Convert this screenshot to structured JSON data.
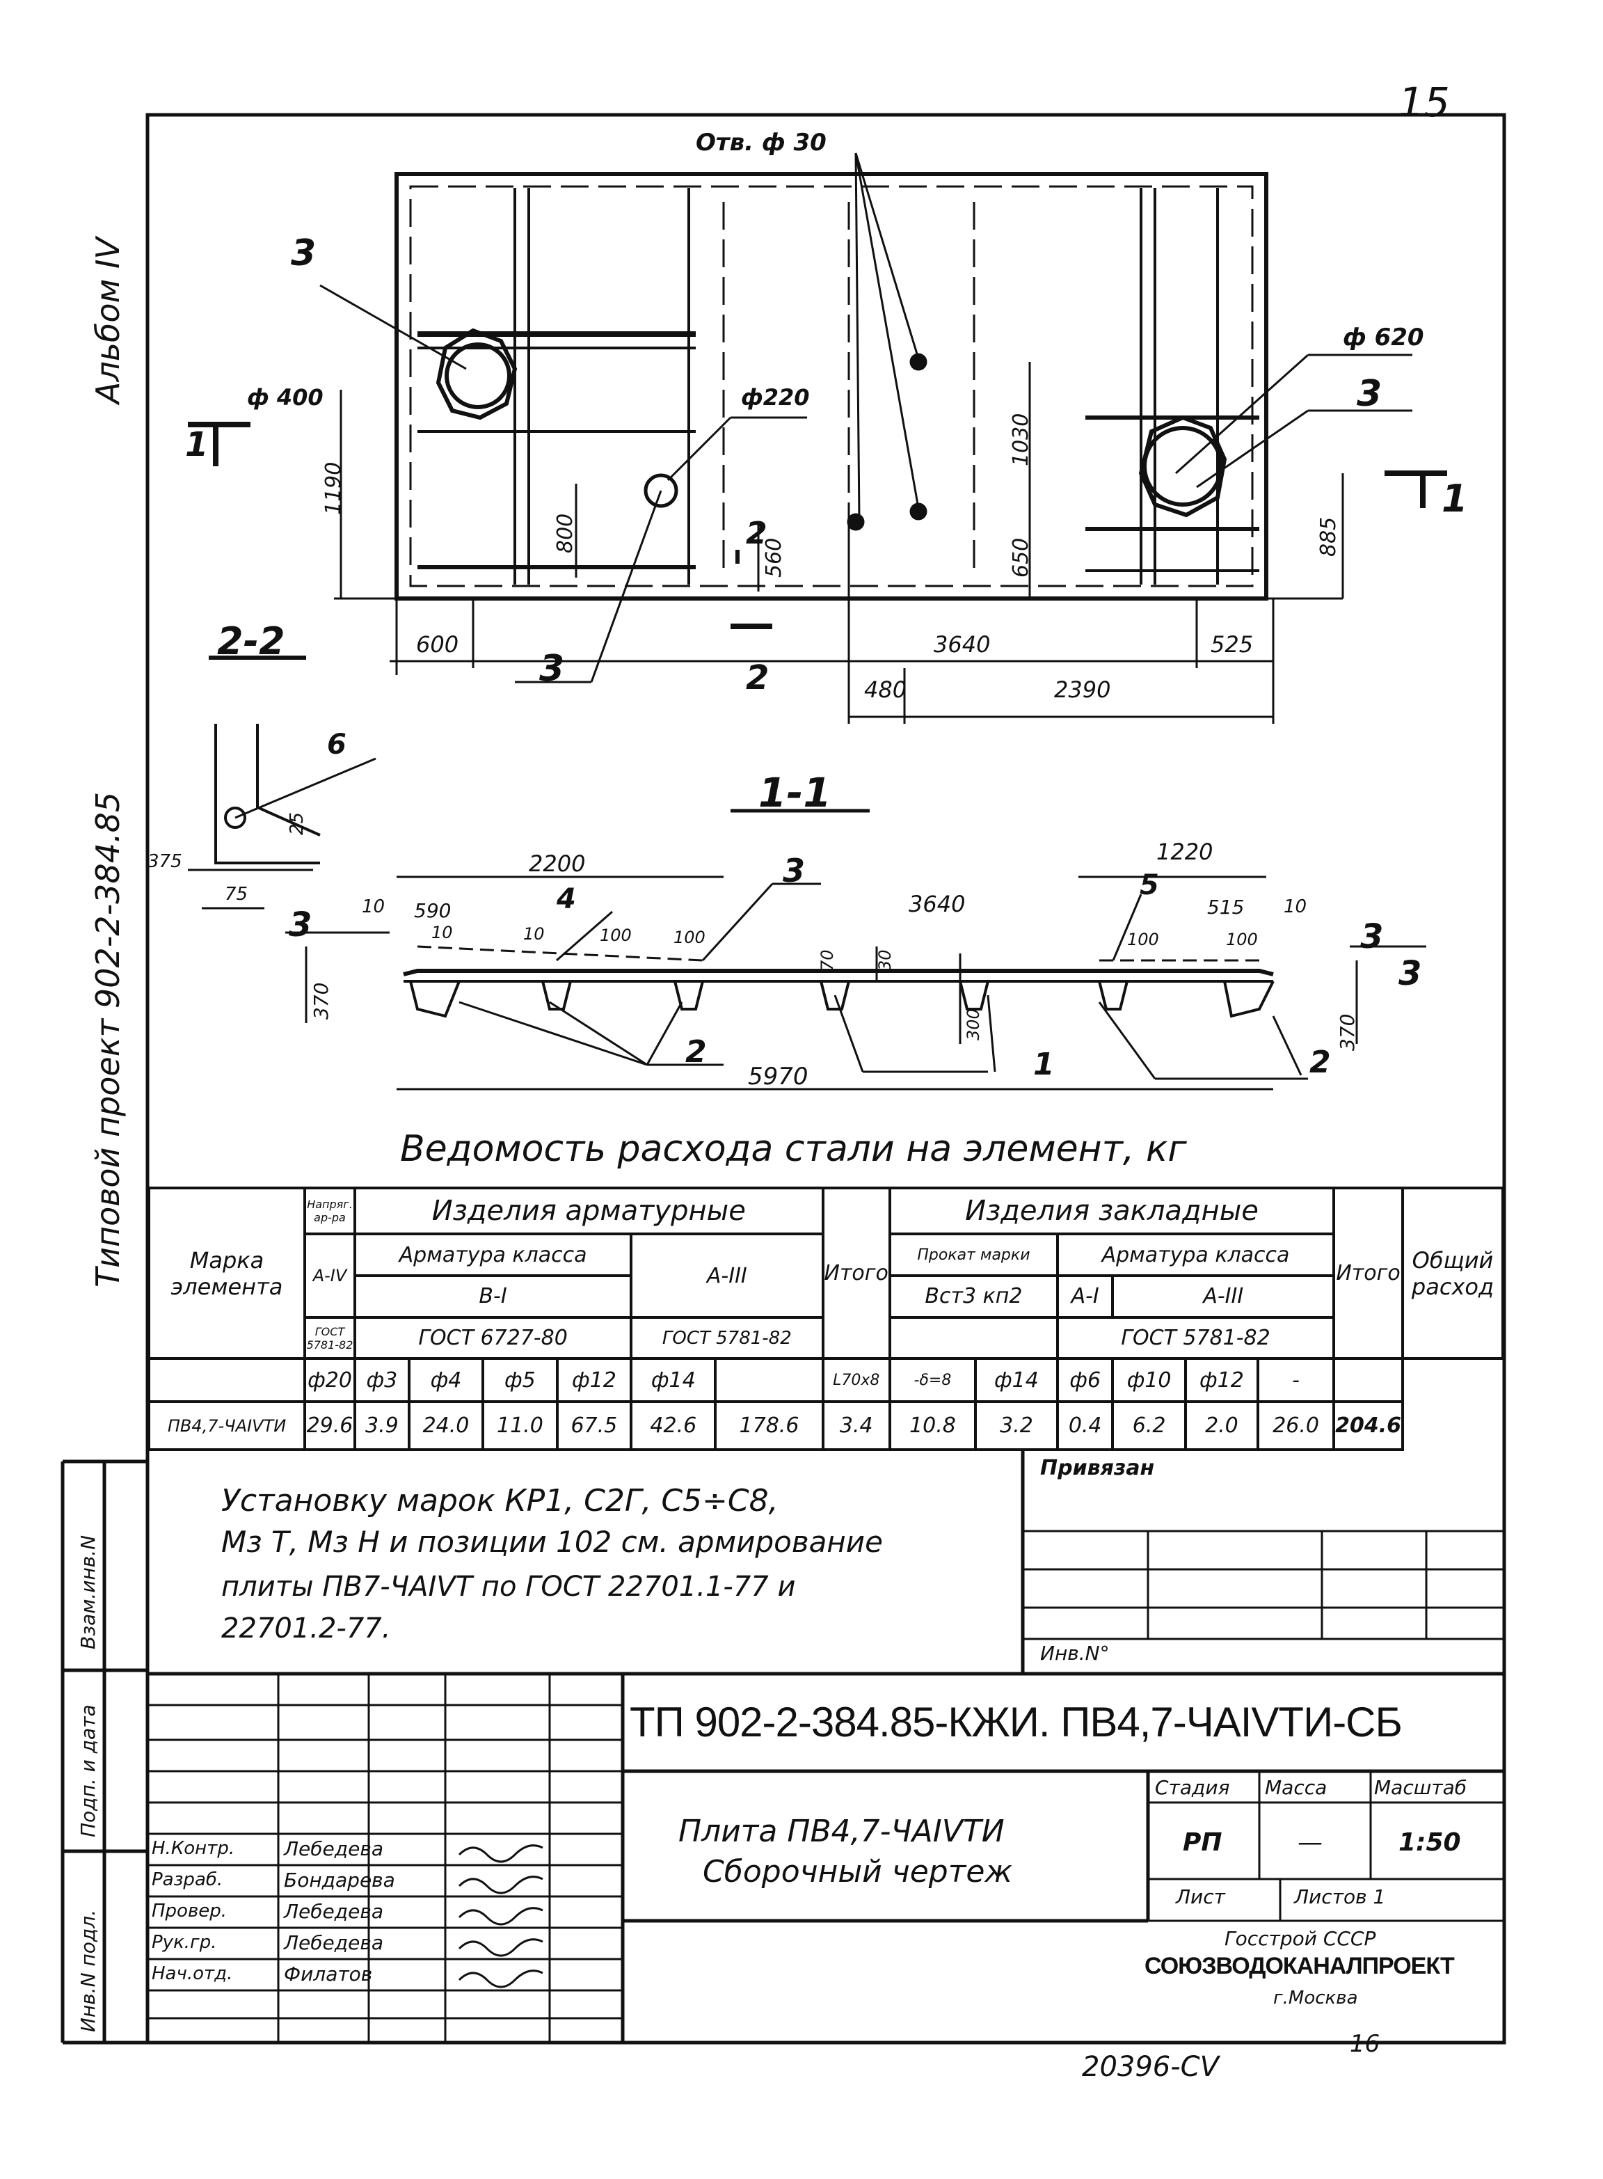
{
  "page_number": "15",
  "footer_number": "16",
  "footer_code": "20396-CV",
  "margin": {
    "album": "Альбом IV",
    "project": "Типовой проект 902-2-384.85",
    "stamp_labels": [
      "Взам.инв.N",
      "Подп. и дата",
      "Инв.N подл."
    ]
  },
  "plan": {
    "holes_label": "Отв. ф 30",
    "dia_400": "ф 400",
    "dia_220": "ф220",
    "dia_620": "ф 620",
    "callout_3": "3",
    "section_1": "1",
    "section_2": "2",
    "section_2_2": "2-2",
    "dims": [
      "1190",
      "800",
      "560",
      "1030",
      "650",
      "885",
      "600",
      "3640",
      "525",
      "480",
      "2390"
    ]
  },
  "detail": {
    "label": "6",
    "dims": [
      "25",
      "375",
      "75"
    ]
  },
  "section": {
    "title": "1-1",
    "dims": [
      "2200",
      "10",
      "590",
      "10",
      "10",
      "100",
      "100",
      "70",
      "30",
      "3640",
      "1220",
      "515",
      "10",
      "100",
      "100",
      "370",
      "300",
      "370",
      "5970"
    ],
    "callouts": [
      "3",
      "4",
      "3",
      "5",
      "3",
      "3",
      "2",
      "1",
      "2"
    ]
  },
  "steel_table": {
    "title": "Ведомость расхода стали на элемент, кг",
    "col_mark": "Марка элемента",
    "prestressed": "Напряг. ар-ра",
    "reinforcement_items": "Изделия арматурные",
    "embedded_items": "Изделия закладные",
    "reinf_class": "Арматура класса",
    "reinf_class2": "Арматура класса",
    "rolled": "Прокат марки",
    "total_label": "Итого",
    "total_label2": "Итого",
    "overall": "Общий расход",
    "classes": [
      "А-IV",
      "В-I",
      "А-III",
      "Вст3 кп2",
      "А-I",
      "А-III"
    ],
    "standards": [
      "ГОСТ 5781-82",
      "ГОСТ 6727-80",
      "ГОСТ 5781-82",
      "ГОСТ 5781-82"
    ],
    "diameters": [
      "ф20",
      "ф3",
      "ф4",
      "ф5",
      "ф12",
      "ф14",
      "L70х8",
      "-δ=8",
      "ф14",
      "ф6",
      "ф10",
      "ф12",
      "-"
    ],
    "row": {
      "mark": "ПВ4,7-ЧАIVТИ",
      "values": [
        "29.6",
        "3.9",
        "24.0",
        "11.0",
        "67.5",
        "42.6",
        "178.6",
        "3.4",
        "10.8",
        "3.2",
        "0.4",
        "6.2",
        "2.0",
        "26.0",
        "204.6"
      ]
    }
  },
  "note": {
    "lines": [
      "Установку марок КР1, С2Г, С5÷С8,",
      "Мз Т, Мз Н и позиции 102 см. армирование",
      "плиты ПВ7-ЧАIVТ по ГОСТ 22701.1-77 и",
      "22701.2-77."
    ],
    "attached": "Привязан",
    "inv_no": "Инв.N°"
  },
  "title_block": {
    "code": "ТП 902-2-384.85-КЖИ. ПВ4,7-ЧАIVТИ-СБ",
    "name_line1": "Плита ПВ4,7-ЧАIVТИ",
    "name_line2": "Сборочный чертеж",
    "stage_h": "Стадия",
    "mass_h": "Масса",
    "scale_h": "Масштаб",
    "stage": "РП",
    "mass": "—",
    "scale": "1:50",
    "sheet": "Лист",
    "sheets": "Листов 1",
    "org1": "Госстрой СССР",
    "org2": "СОЮЗВОДОКАНАЛПРОЕКТ",
    "org3": "г.Москва",
    "roles": [
      "Н.Контр.",
      "Разраб.",
      "Провер.",
      "Рук.гр.",
      "Нач.отд."
    ],
    "names": [
      "Лебедева",
      "Бондарева",
      "Лебедева",
      "Лебедева",
      "Филатов"
    ]
  }
}
